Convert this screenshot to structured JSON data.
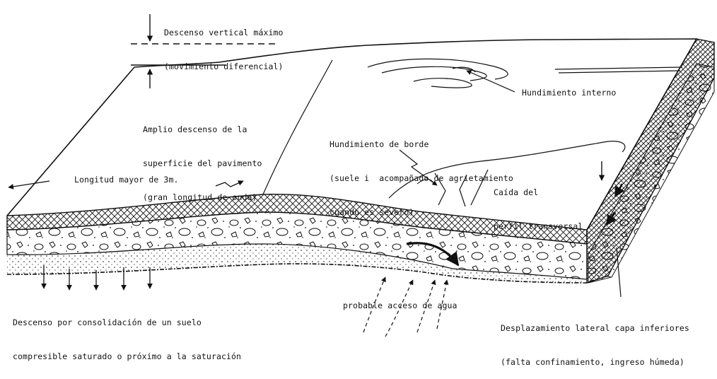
{
  "labels": {
    "max_vertical_descent": {
      "line1": "Descenso vertical máximo",
      "line2": "(movimiento diferencial)"
    },
    "wide_descent": {
      "line1": "Amplio descenso de la",
      "line2": "superficie del pavimento",
      "line3": "(gran longitud de onda)"
    },
    "internal_sinking": "Hundimiento interno",
    "edge_sinking": {
      "line1": "Hundimiento de borde",
      "line2": "(suele i  acompañado de agrietamiento",
      "line3": "cuando es severo)"
    },
    "profile_drop": {
      "line1": "Caída del",
      "line2": "perfil transversal"
    },
    "length_over_3m": "Longitud mayor de 3m.",
    "consolidation": {
      "line1": "Descenso por consolidación de un suelo",
      "line2": "compresible saturado o próximo a la saturación"
    },
    "water_access": "probable acceso de agua",
    "lateral_displacement": {
      "line1": "Desplazamiento lateral capa inferiores",
      "line2": "(falta confinamiento, ingreso húmeda)"
    }
  },
  "colors": {
    "ink": "#111111",
    "paper": "#ffffff"
  }
}
